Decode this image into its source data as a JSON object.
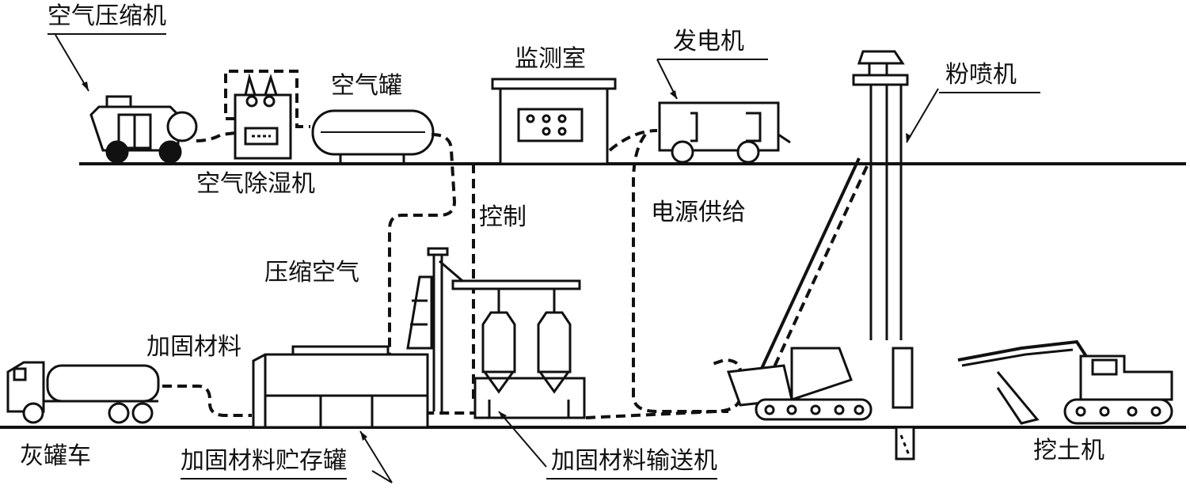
{
  "labels": {
    "air_compressor": "空气压缩机",
    "dehumidifier": "空气除湿机",
    "air_tank": "空气罐",
    "monitor_room": "监测室",
    "generator": "发电机",
    "powder_sprayer": "粉喷机",
    "control": "控制",
    "power_supply": "电源供给",
    "compressed_air": "压缩空气",
    "reinforcing_material": "加固材料",
    "tank_truck": "灰罐车",
    "storage_tank": "加固材料贮存罐",
    "conveyor": "加固材料输送机",
    "excavator": "挖土机"
  },
  "colors": {
    "ink": "#111111",
    "background": "#ffffff"
  }
}
